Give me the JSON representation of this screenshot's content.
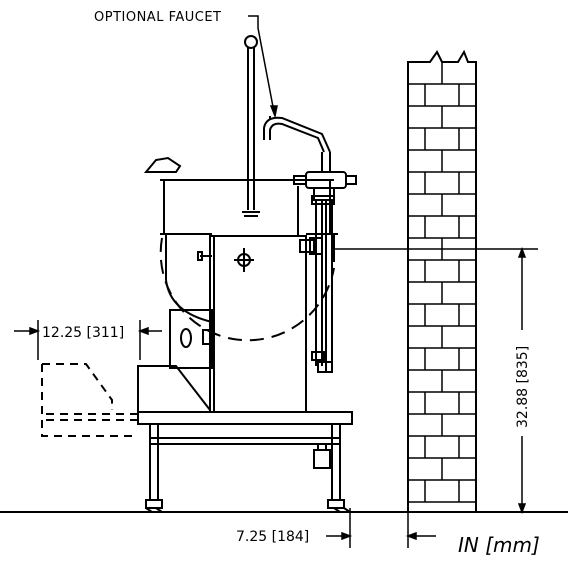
{
  "drawing": {
    "callouts": {
      "optional_faucet": "OPTIONAL FAUCET"
    },
    "dimensions": {
      "left_offset": "12.25 [311]",
      "rear_clearance": "7.25 [184]",
      "height": "32.88 [835]"
    },
    "units_label": "IN [mm]"
  }
}
